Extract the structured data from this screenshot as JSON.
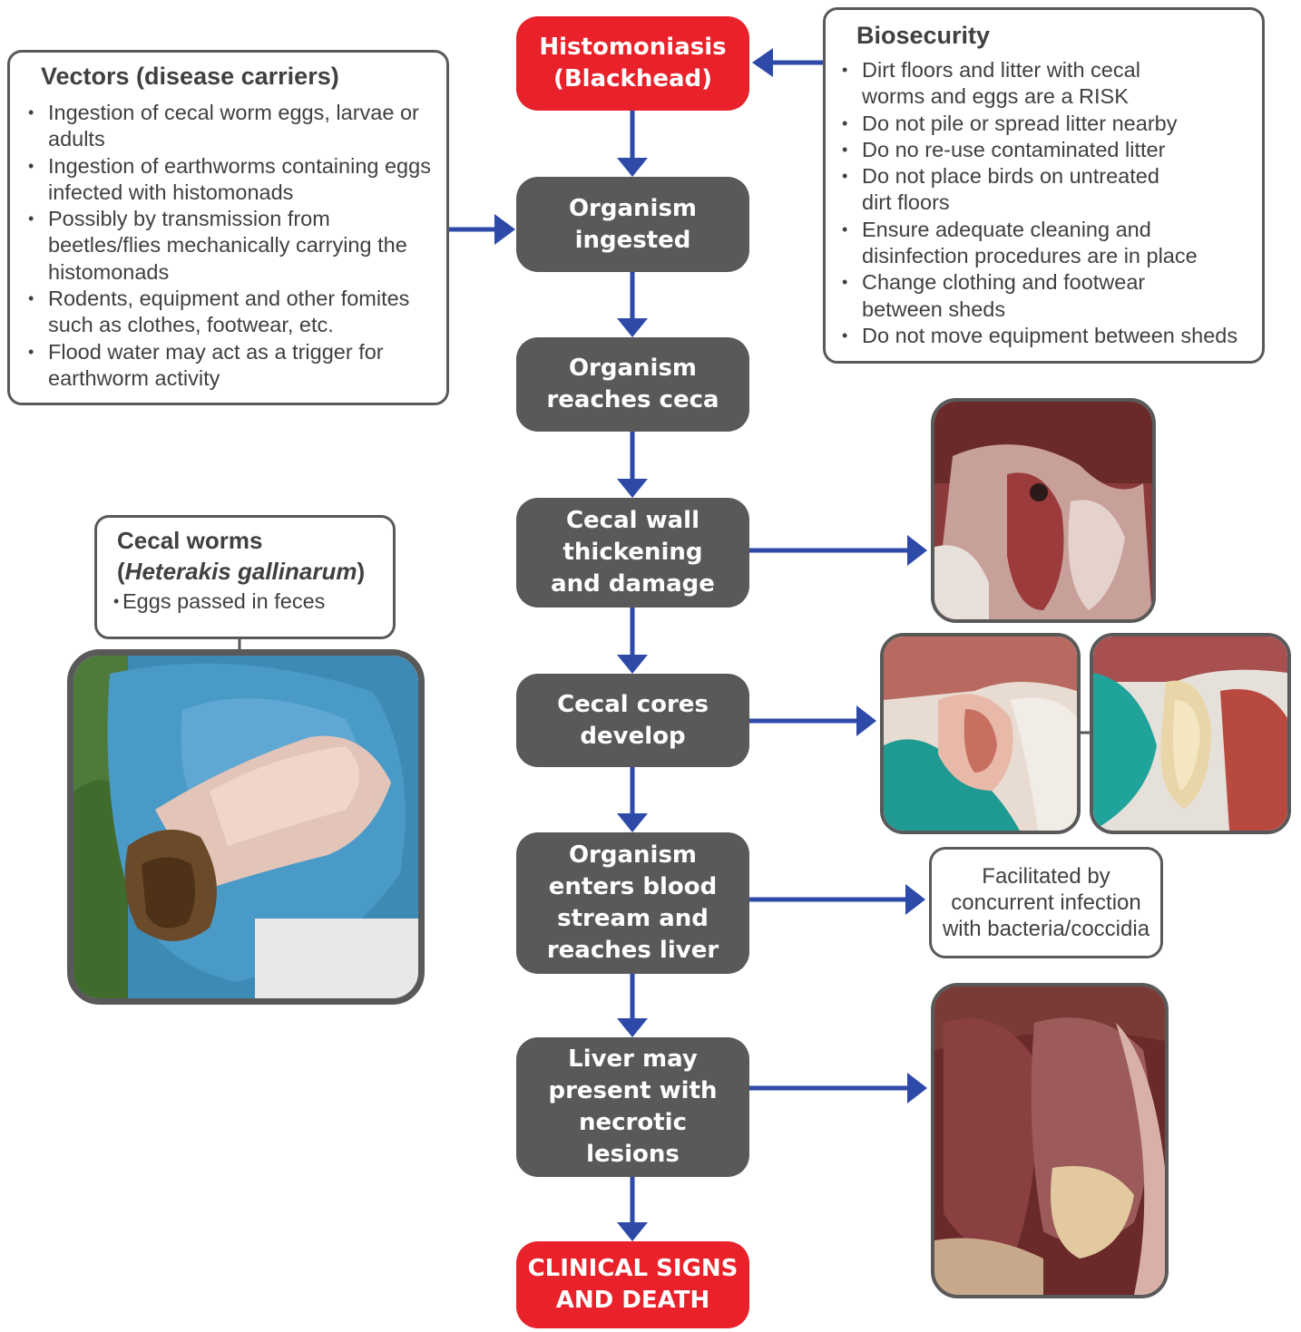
{
  "flow": {
    "start": "Histomoniasis\n(Blackhead)",
    "step1": "Organism\ningested",
    "step2": "Organism\nreaches ceca",
    "step3": "Cecal wall\nthickening\nand damage",
    "step4": "Cecal cores\ndevelop",
    "step5": "Organism\nenters blood\nstream and\nreaches liver",
    "step6": "Liver may\npresent with\nnecrotic\nlesions",
    "end": "CLINICAL SIGNS\nAND DEATH"
  },
  "vectors": {
    "title": "Vectors (disease carriers)",
    "items": [
      "Ingestion of cecal worm eggs, larvae or adults",
      "Ingestion of earthworms containing eggs infected with histomonads",
      "Possibly by transmission from beetles/flies mechanically carrying the histomonads",
      "Rodents, equipment and other fomites such as clothes, footwear, etc.",
      "Flood water may act as a trigger for earthworm activity"
    ]
  },
  "biosecurity": {
    "title": "Biosecurity",
    "items": [
      "Dirt floors and litter with cecal worms and eggs are a RISK",
      "Do not pile or spread litter nearby",
      "Do no re-use contaminated litter",
      "Do not place birds on untreated dirt floors",
      "Ensure adequate cleaning and disinfection procedures are in place",
      "Change clothing and footwear between sheds",
      "Do not move equipment between sheds"
    ]
  },
  "cecal_worms": {
    "title_line1": "Cecal worms",
    "title_open": "(",
    "title_species": "Heterakis gallinarum",
    "title_close": ")",
    "item": "Eggs passed in feces"
  },
  "note": "Facilitated by\nconcurrent infection\nwith bacteria/coccidia",
  "colors": {
    "arrow": "#2e4aa8",
    "red_box": "#e8212a",
    "gray_box": "#595959",
    "border": "#595959",
    "text": "#404040"
  }
}
